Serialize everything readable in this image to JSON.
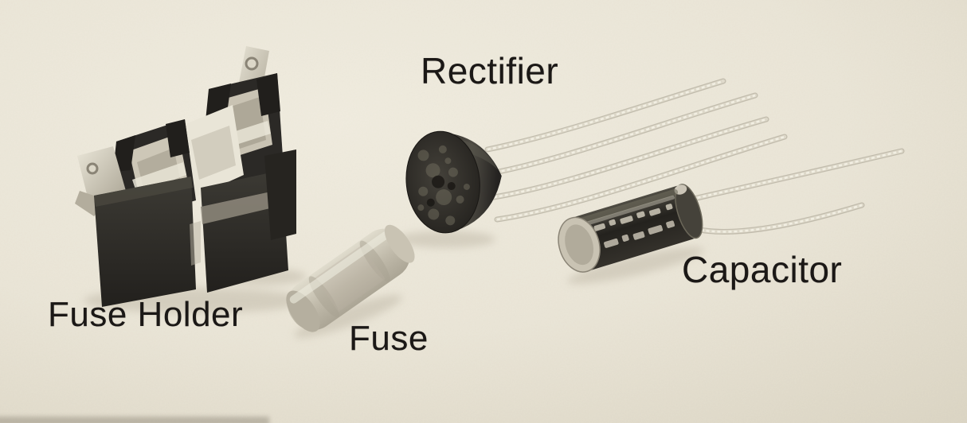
{
  "image": {
    "type": "photograph",
    "description": "Grayscale textbook photograph of power-supply parts on off-white paper: a black fuse holder, a glass fuse, a round rectifier with four crimped leads, and an electrolytic capacitor with two crimped leads",
    "palette": {
      "paper": "#eae5d7",
      "paper_shade": "#ded8c8",
      "component_dark": "#2b2926",
      "metal_light": "#d6d1c2",
      "lead_wire": "#ddd8c9",
      "label_text": "#1b1816"
    }
  },
  "labels": {
    "fuse_holder": "Fuse Holder",
    "fuse": "Fuse",
    "rectifier": "Rectifier",
    "capacitor": "Capacitor"
  }
}
